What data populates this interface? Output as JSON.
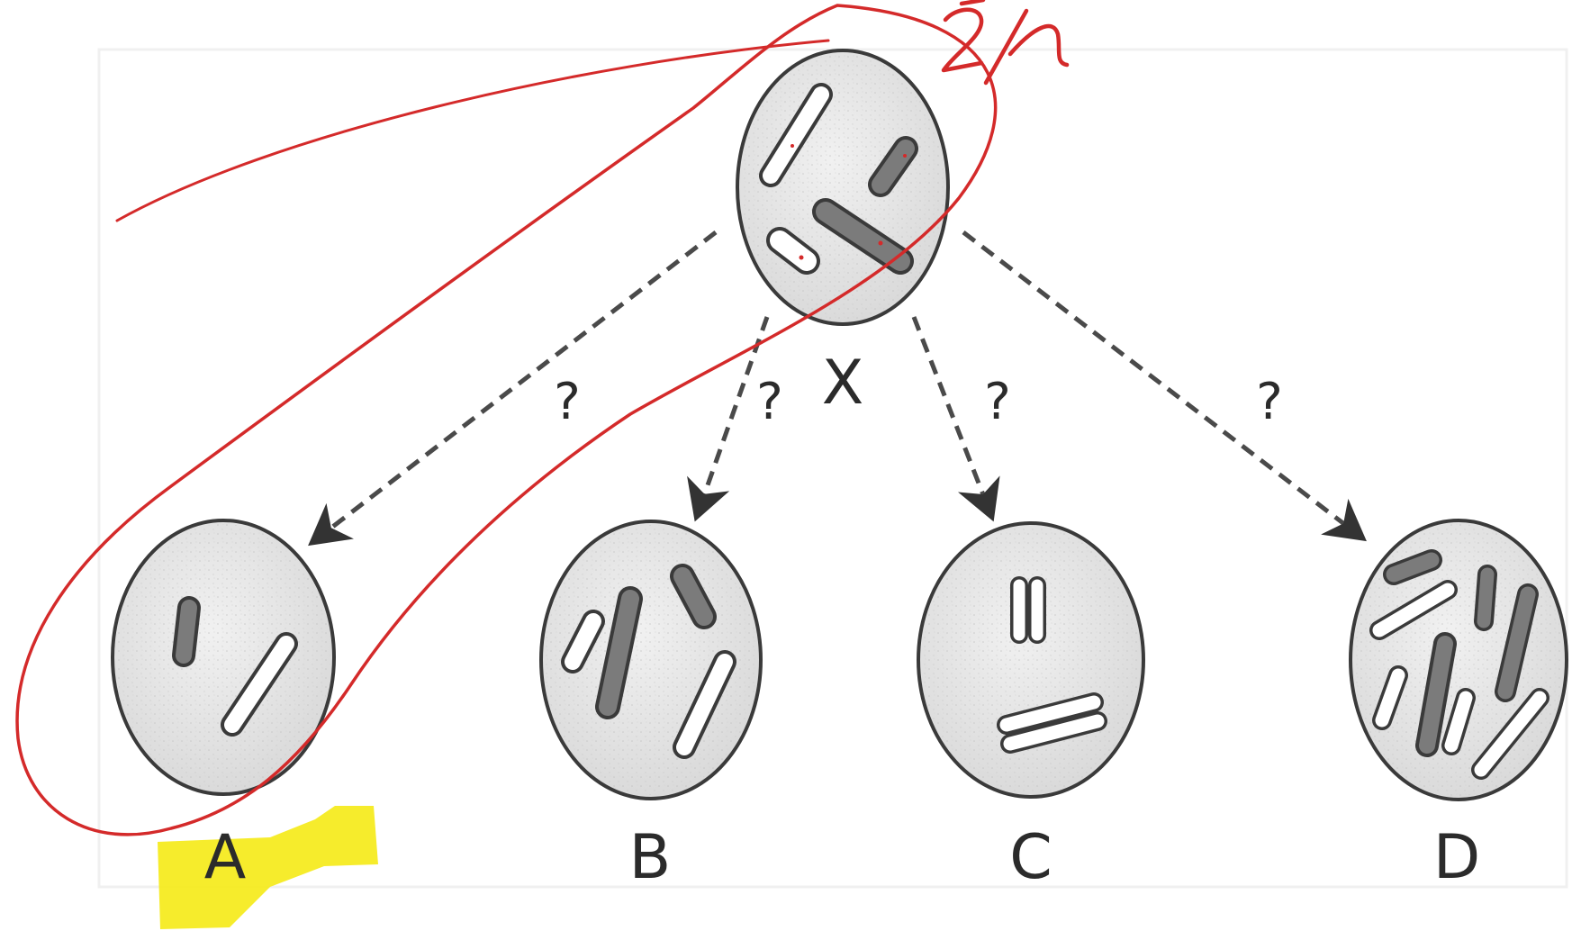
{
  "diagram": {
    "parent_label": "X",
    "question_mark": "?",
    "cells": [
      {
        "id": "A",
        "label": "A",
        "highlighted": true
      },
      {
        "id": "B",
        "label": "B",
        "highlighted": false
      },
      {
        "id": "C",
        "label": "C",
        "highlighted": false
      },
      {
        "id": "D",
        "label": "D",
        "highlighted": false
      }
    ]
  },
  "annotations": {
    "handwriting": "2n",
    "ink_color": "#d42a2a",
    "highlight_color": "#f5ea1a"
  },
  "colors": {
    "cell_fill": "#e9e9e9",
    "cell_stroke": "#3a3a3a",
    "dark_chromosome": "#7b7b7b",
    "light_chromosome": "#ffffff",
    "arrow": "#4a4a4a"
  }
}
